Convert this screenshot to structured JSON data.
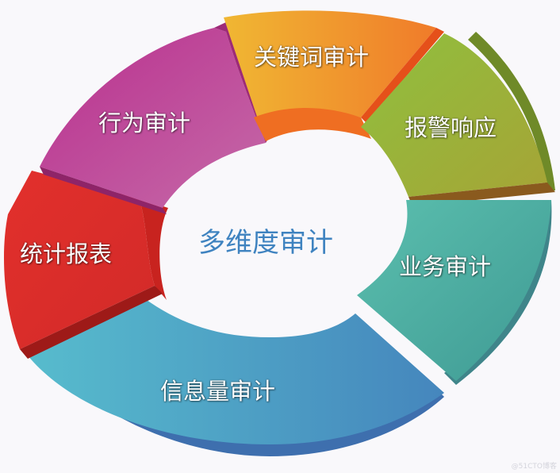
{
  "diagram": {
    "title": "多维度审计",
    "type": "3d-ring",
    "center_label": "多维度审计",
    "center_color": "#3f83c0",
    "background": "#f9f8fb",
    "segments": [
      {
        "id": "behavior",
        "label": "行为审计",
        "color": "#c43a92",
        "side": "#a52c7a"
      },
      {
        "id": "keyword",
        "label": "关键词审计",
        "color": "#f29a2e",
        "side": "#ef6b24"
      },
      {
        "id": "alarm",
        "label": "报警响应",
        "color": "#9cb83e",
        "side": "#7f9a2c"
      },
      {
        "id": "business",
        "label": "业务审计",
        "color": "#4fb3a3",
        "side": "#3f8a86"
      },
      {
        "id": "info",
        "label": "信息量审计",
        "color": "#4faac4",
        "side": "#3f75b0"
      },
      {
        "id": "statistics",
        "label": "统计报表",
        "color": "#e0342f",
        "side": "#b82020"
      }
    ]
  },
  "watermark": "@51CTO博客"
}
